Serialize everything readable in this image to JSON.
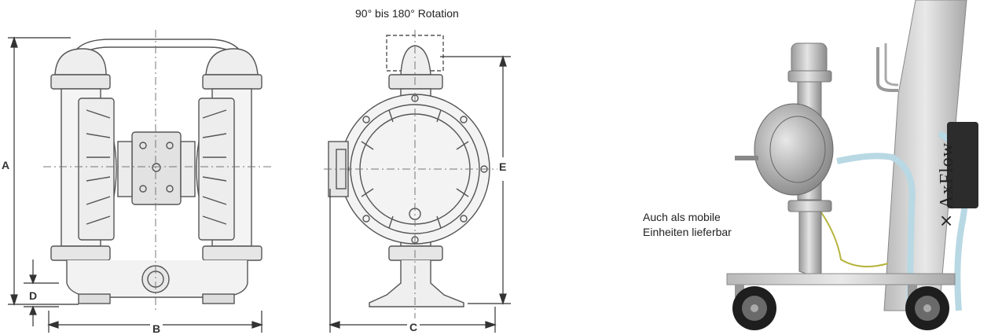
{
  "front_view": {
    "dim_a": "A",
    "dim_b": "B",
    "dim_d": "D"
  },
  "side_view": {
    "rotation_note": "90° bis 180° Rotation",
    "dim_c": "C",
    "dim_e": "E"
  },
  "photo": {
    "caption_line1": "Auch als mobile",
    "caption_line2": "Einheiten lieferbar",
    "brand_text": "AxFlow"
  }
}
